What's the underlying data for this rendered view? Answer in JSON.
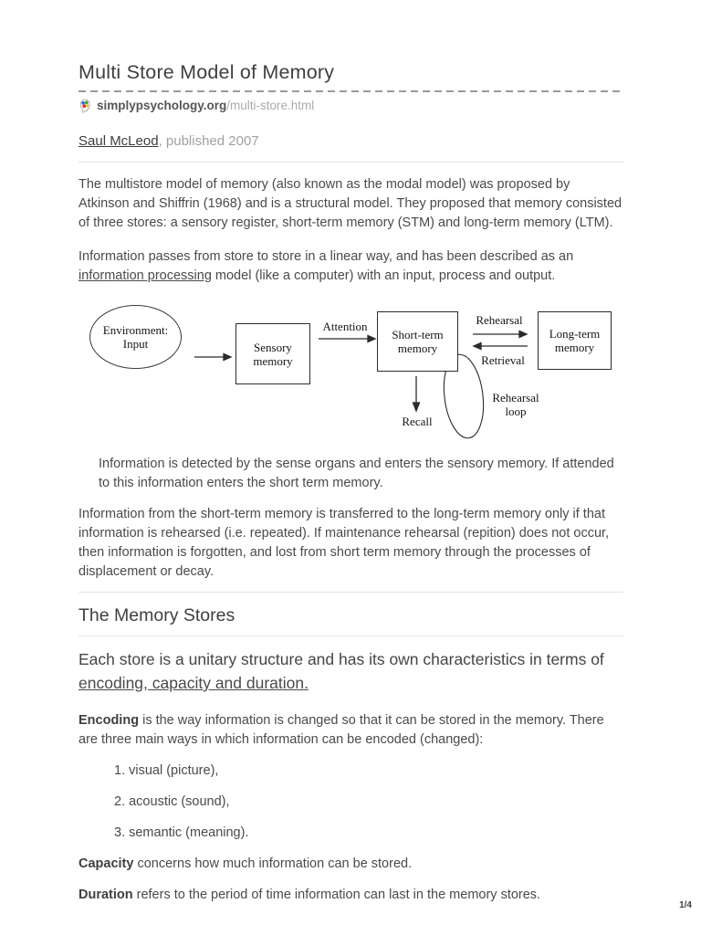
{
  "document": {
    "title": "Multi Store Model of Memory",
    "source_domain": "simplypsychology.org",
    "source_path": "/multi-store.html",
    "author_link": "Saul McLeod",
    "published_suffix": ", published 2007",
    "page_indicator": "1/4"
  },
  "content": {
    "p1": "The multistore model of memory (also known as the modal model) was proposed by Atkinson and Shiffrin (1968) and is a structural model. They proposed that memory consisted of three stores: a sensory register, short-term memory (STM) and long-term memory (LTM).",
    "p2_pre": "Information passes from store to store in a linear way, and has been described as an ",
    "p2_link": "information processing",
    "p2_post": " model (like a computer) with an input, process and output.",
    "caption": "Information is detected by the sense organs and enters the sensory memory. If attended to this information enters the short term memory.",
    "p3": "Information from the short-term memory is transferred to the long-term memory only if that information is rehearsed (i.e. repeated). If maintenance rehearsal (repition) does not occur, then information is forgotten, and lost from short term memory through the processes of displacement or decay.",
    "section_heading": "The Memory Stores",
    "lead_pre": "Each store is a unitary structure and has its own characteristics in terms of ",
    "lead_link": "encoding, capacity and duration.",
    "encoding_bold": "Encoding",
    "encoding_rest": " is the way information is changed so that it can be stored in the memory. There are three main ways in which information can be encoded (changed):",
    "list_items": [
      "1. visual (picture),",
      "2. acoustic (sound),",
      "3. semantic (meaning)."
    ],
    "capacity_bold": "Capacity",
    "capacity_rest": " concerns how much information can be stored.",
    "duration_bold": "Duration",
    "duration_rest": " refers to the period of time information can last in the memory stores."
  },
  "diagram": {
    "environment_line1": "Environment:",
    "environment_line2": "Input",
    "sensory": "Sensory memory",
    "attention": "Attention",
    "short_term": "Short-term memory",
    "rehearsal": "Rehearsal",
    "retrieval": "Retrieval",
    "long_term": "Long-term memory",
    "recall": "Recall",
    "rehearsal_loop": "Rehearsal loop"
  },
  "icons": {
    "favicon": "simplypsychology-favicon"
  },
  "colors": {
    "body_text": "#4a4a4a",
    "muted_text": "#a0a0a0",
    "dashed_line": "#9a9a9a",
    "hairline": "#e3e3e3",
    "diagram_ink": "#2b2b2b"
  }
}
